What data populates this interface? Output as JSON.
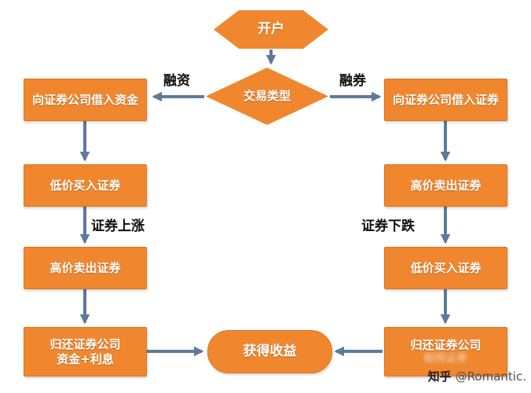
{
  "colors": {
    "node_fill": "#f0872e",
    "node_border": "#de7420",
    "node_text": "#ffffff",
    "arrow": "#5d7a9c",
    "label_text": "#111111"
  },
  "nodes": {
    "start": "开户",
    "decision": "交易类型",
    "end": "获得收益",
    "left": {
      "step1": "向证券公司借入资金",
      "step2": "低价买入证券",
      "step3": "高价卖出证券",
      "step4_line1": "归还证券公司",
      "step4_line2": "资金+利息"
    },
    "right": {
      "step1": "向证券公司借入证券",
      "step2": "高价卖出证券",
      "step3": "低价买入证券",
      "step4_line1": "归还证券公司",
      "step4_line2": "相同证券"
    }
  },
  "edge_labels": {
    "left_branch": "融资",
    "right_branch": "融券",
    "left_mid": "证券上涨",
    "right_mid": "证券下跌"
  },
  "watermark": {
    "brand": "知乎",
    "handle": "@Romantic."
  }
}
